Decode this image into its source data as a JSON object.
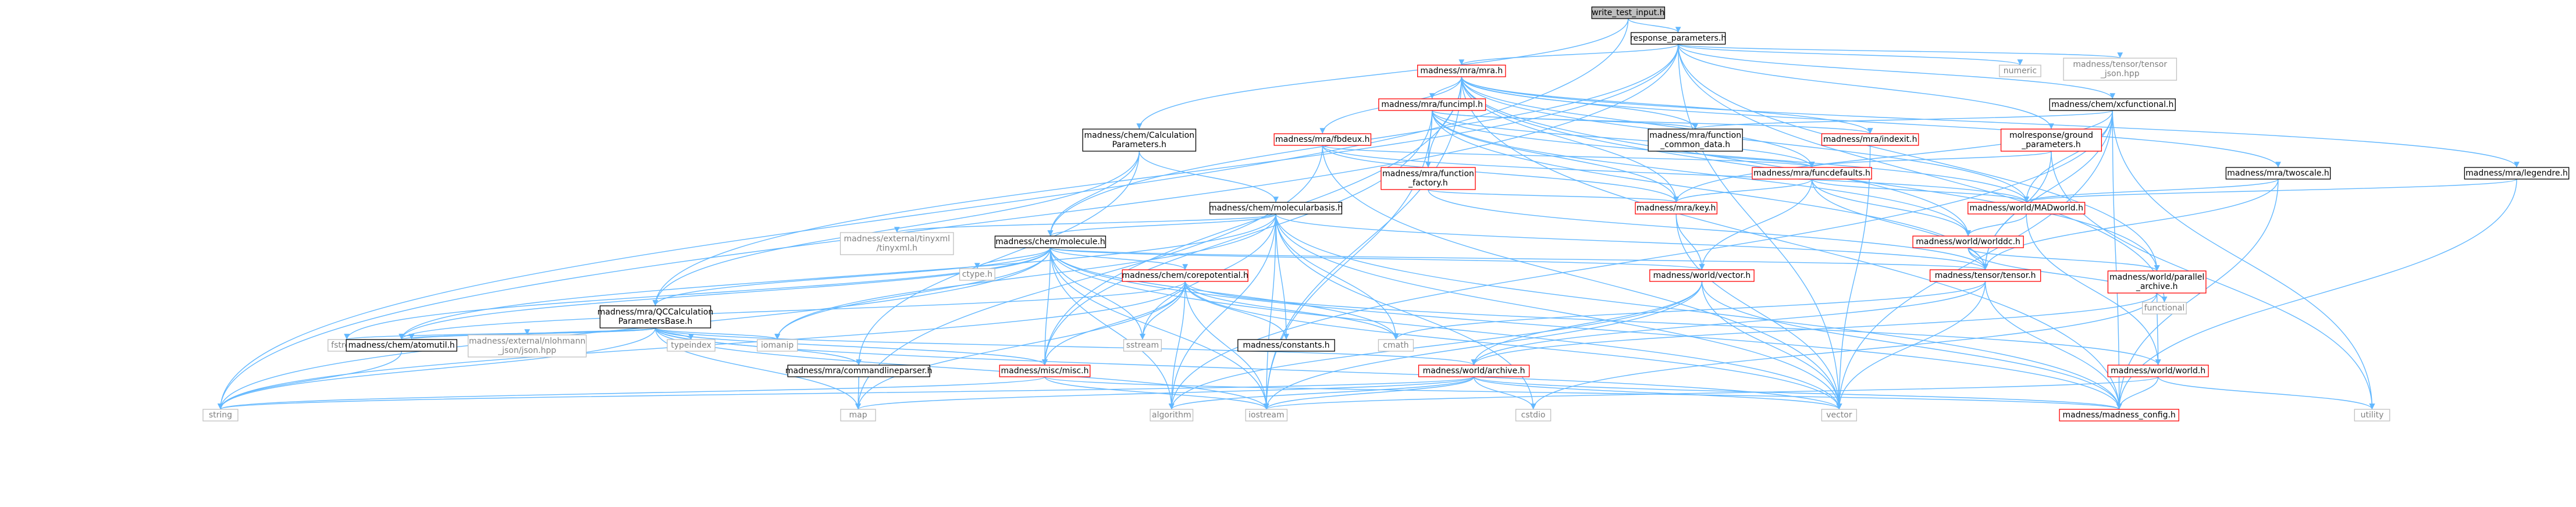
{
  "colors": {
    "edge": "#63b8ff",
    "border_black": "#000000",
    "border_red": "#ff0000",
    "border_gray": "#bfbfbf",
    "text_black": "#000000",
    "text_gray": "#808080",
    "root_fill": "#bfbfbf"
  },
  "nodes": [
    {
      "id": "write_test_input",
      "label": [
        "write_test_input.h"
      ],
      "style": "root"
    },
    {
      "id": "response_parameters",
      "label": [
        "response_parameters.h"
      ],
      "style": "black"
    },
    {
      "id": "mra_mra",
      "label": [
        "madness/mra/mra.h"
      ],
      "style": "red"
    },
    {
      "id": "chem_calc_params",
      "label": [
        "madness/chem/Calculation",
        "Parameters.h"
      ],
      "style": "black"
    },
    {
      "id": "numeric",
      "label": [
        "numeric"
      ],
      "style": "gray"
    },
    {
      "id": "tensor_json",
      "label": [
        "madness/tensor/tensor",
        "_json.hpp"
      ],
      "style": "gray"
    },
    {
      "id": "mra_funcimpl",
      "label": [
        "madness/mra/funcimpl.h"
      ],
      "style": "red"
    },
    {
      "id": "chem_xcfunctional",
      "label": [
        "madness/chem/xcfunctional.h"
      ],
      "style": "black"
    },
    {
      "id": "mra_fbdeux",
      "label": [
        "madness/mra/fbdeux.h"
      ],
      "style": "red"
    },
    {
      "id": "mra_function_common",
      "label": [
        "madness/mra/function",
        "_common_data.h"
      ],
      "style": "black"
    },
    {
      "id": "mra_indexit",
      "label": [
        "madness/mra/indexit.h"
      ],
      "style": "red"
    },
    {
      "id": "molresponse_ground",
      "label": [
        "molresponse/ground",
        "_parameters.h"
      ],
      "style": "red"
    },
    {
      "id": "mra_function_factory",
      "label": [
        "madness/mra/function",
        "_factory.h"
      ],
      "style": "red"
    },
    {
      "id": "mra_funcdefaults",
      "label": [
        "madness/mra/funcdefaults.h"
      ],
      "style": "red"
    },
    {
      "id": "mra_twoscale",
      "label": [
        "madness/mra/twoscale.h"
      ],
      "style": "black"
    },
    {
      "id": "mra_legendre",
      "label": [
        "madness/mra/legendre.h"
      ],
      "style": "black"
    },
    {
      "id": "chem_molecularbasis",
      "label": [
        "madness/chem/molecularbasis.h"
      ],
      "style": "black"
    },
    {
      "id": "mra_key",
      "label": [
        "madness/mra/key.h"
      ],
      "style": "red"
    },
    {
      "id": "world_madworld",
      "label": [
        "madness/world/MADworld.h"
      ],
      "style": "red"
    },
    {
      "id": "tinyxml",
      "label": [
        "madness/external/tinyxml",
        "/tinyxml.h"
      ],
      "style": "gray"
    },
    {
      "id": "chem_molecule",
      "label": [
        "madness/chem/molecule.h"
      ],
      "style": "black"
    },
    {
      "id": "world_worlddc",
      "label": [
        "madness/world/worlddc.h"
      ],
      "style": "red"
    },
    {
      "id": "ctype",
      "label": [
        "ctype.h"
      ],
      "style": "gray"
    },
    {
      "id": "chem_corepotential",
      "label": [
        "madness/chem/corepotential.h"
      ],
      "style": "red"
    },
    {
      "id": "world_vector",
      "label": [
        "madness/world/vector.h"
      ],
      "style": "red"
    },
    {
      "id": "tensor_tensor",
      "label": [
        "madness/tensor/tensor.h"
      ],
      "style": "red"
    },
    {
      "id": "functional",
      "label": [
        "functional"
      ],
      "style": "gray"
    },
    {
      "id": "world_parallel_archive",
      "label": [
        "madness/world/parallel",
        "_archive.h"
      ],
      "style": "red"
    },
    {
      "id": "mra_qccalc",
      "label": [
        "madness/mra/QCCalculation",
        "ParametersBase.h"
      ],
      "style": "black"
    },
    {
      "id": "fstream",
      "label": [
        "fstream"
      ],
      "style": "gray"
    },
    {
      "id": "typeinfo",
      "label": [
        "typeinfo"
      ],
      "style": "gray"
    },
    {
      "id": "nlohmann_json",
      "label": [
        "madness/external/nlohmann",
        "_json/json.hpp"
      ],
      "style": "gray"
    },
    {
      "id": "typeindex",
      "label": [
        "typeindex"
      ],
      "style": "gray"
    },
    {
      "id": "iomanip",
      "label": [
        "iomanip"
      ],
      "style": "gray"
    },
    {
      "id": "mra_commandlineparser",
      "label": [
        "madness/mra/commandlineparser.h"
      ],
      "style": "black"
    },
    {
      "id": "misc_misc",
      "label": [
        "madness/misc/misc.h"
      ],
      "style": "red"
    },
    {
      "id": "sstream",
      "label": [
        "sstream"
      ],
      "style": "gray"
    },
    {
      "id": "chem_constants",
      "label": [
        "madness/constants.h"
      ],
      "style": "black"
    },
    {
      "id": "cmath",
      "label": [
        "cmath"
      ],
      "style": "gray"
    },
    {
      "id": "world_archive",
      "label": [
        "madness/world/archive.h"
      ],
      "style": "red"
    },
    {
      "id": "world_world",
      "label": [
        "madness/world/world.h"
      ],
      "style": "red"
    },
    {
      "id": "chem_atomutil",
      "label": [
        "madness/chem/atomutil.h"
      ],
      "style": "black"
    },
    {
      "id": "string",
      "label": [
        "string"
      ],
      "style": "gray"
    },
    {
      "id": "map",
      "label": [
        "map"
      ],
      "style": "gray"
    },
    {
      "id": "algorithm",
      "label": [
        "algorithm"
      ],
      "style": "gray"
    },
    {
      "id": "iostream",
      "label": [
        "iostream"
      ],
      "style": "gray"
    },
    {
      "id": "cstdio",
      "label": [
        "cstdio"
      ],
      "style": "gray"
    },
    {
      "id": "vector",
      "label": [
        "vector"
      ],
      "style": "gray"
    },
    {
      "id": "madness_config",
      "label": [
        "madness/madness_config.h"
      ],
      "style": "red"
    },
    {
      "id": "utility",
      "label": [
        "utility"
      ],
      "style": "gray"
    }
  ],
  "edges": [
    [
      "write_test_input",
      "response_parameters"
    ],
    [
      "write_test_input",
      "chem_calc_params"
    ],
    [
      "write_test_input",
      "string"
    ],
    [
      "response_parameters",
      "mra_mra"
    ],
    [
      "response_parameters",
      "numeric"
    ],
    [
      "response_parameters",
      "tensor_json"
    ],
    [
      "response_parameters",
      "chem_xcfunctional"
    ],
    [
      "response_parameters",
      "molresponse_ground"
    ],
    [
      "response_parameters",
      "chem_molecule"
    ],
    [
      "response_parameters",
      "mra_qccalc"
    ],
    [
      "response_parameters",
      "functional"
    ],
    [
      "response_parameters",
      "world_parallel_archive"
    ],
    [
      "response_parameters",
      "vector"
    ],
    [
      "response_parameters",
      "string"
    ],
    [
      "mra_mra",
      "mra_funcimpl"
    ],
    [
      "mra_mra",
      "mra_fbdeux"
    ],
    [
      "mra_mra",
      "mra_function_common"
    ],
    [
      "mra_mra",
      "mra_indexit"
    ],
    [
      "mra_mra",
      "mra_function_factory"
    ],
    [
      "mra_mra",
      "mra_funcdefaults"
    ],
    [
      "mra_mra",
      "mra_twoscale"
    ],
    [
      "mra_mra",
      "mra_legendre"
    ],
    [
      "mra_mra",
      "mra_key"
    ],
    [
      "mra_mra",
      "world_madworld"
    ],
    [
      "mra_mra",
      "world_worlddc"
    ],
    [
      "mra_mra",
      "world_parallel_archive"
    ],
    [
      "mra_mra",
      "misc_misc"
    ],
    [
      "mra_mra",
      "iostream"
    ],
    [
      "mra_mra",
      "madness_config"
    ],
    [
      "mra_funcimpl",
      "mra_function_common"
    ],
    [
      "mra_funcimpl",
      "mra_indexit"
    ],
    [
      "mra_funcimpl",
      "mra_function_factory"
    ],
    [
      "mra_funcimpl",
      "mra_funcdefaults"
    ],
    [
      "mra_funcimpl",
      "mra_key"
    ],
    [
      "mra_funcimpl",
      "world_madworld"
    ],
    [
      "mra_funcimpl",
      "tensor_tensor"
    ],
    [
      "mra_funcimpl",
      "world_worlddc"
    ],
    [
      "mra_funcimpl",
      "misc_misc"
    ],
    [
      "mra_funcimpl",
      "iostream"
    ],
    [
      "chem_xcfunctional",
      "mra_key"
    ],
    [
      "chem_xcfunctional",
      "world_madworld"
    ],
    [
      "chem_xcfunctional",
      "tensor_tensor"
    ],
    [
      "chem_xcfunctional",
      "mra_function_common"
    ],
    [
      "chem_xcfunctional",
      "vector"
    ],
    [
      "chem_xcfunctional",
      "algorithm"
    ],
    [
      "chem_xcfunctional",
      "utility"
    ],
    [
      "chem_xcfunctional",
      "madness_config"
    ],
    [
      "mra_fbdeux",
      "mra_funcdefaults"
    ],
    [
      "mra_fbdeux",
      "mra_key"
    ],
    [
      "mra_fbdeux",
      "world_madworld"
    ],
    [
      "mra_fbdeux",
      "map"
    ],
    [
      "mra_fbdeux",
      "vector"
    ],
    [
      "mra_function_common",
      "mra_funcdefaults"
    ],
    [
      "mra_indexit",
      "vector"
    ],
    [
      "molresponse_ground",
      "mra_funcdefaults"
    ],
    [
      "molresponse_ground",
      "tensor_tensor"
    ],
    [
      "molresponse_ground",
      "utility"
    ],
    [
      "mra_function_factory",
      "mra_key"
    ],
    [
      "mra_function_factory",
      "tensor_tensor"
    ],
    [
      "mra_funcdefaults",
      "mra_key"
    ],
    [
      "mra_funcdefaults",
      "world_madworld"
    ],
    [
      "mra_funcdefaults",
      "world_vector"
    ],
    [
      "mra_funcdefaults",
      "tensor_tensor"
    ],
    [
      "mra_funcdefaults",
      "world_worlddc"
    ],
    [
      "mra_twoscale",
      "world_madworld"
    ],
    [
      "mra_twoscale",
      "tensor_tensor"
    ],
    [
      "mra_twoscale",
      "madness_config"
    ],
    [
      "mra_legendre",
      "world_madworld"
    ],
    [
      "mra_legendre",
      "madness_config"
    ],
    [
      "chem_calc_params",
      "chem_molecularbasis"
    ],
    [
      "chem_calc_params",
      "chem_molecule"
    ],
    [
      "chem_calc_params",
      "mra_qccalc"
    ],
    [
      "chem_calc_params",
      "mra_commandlineparser"
    ],
    [
      "chem_molecularbasis",
      "tinyxml"
    ],
    [
      "chem_molecularbasis",
      "chem_molecule"
    ],
    [
      "chem_molecularbasis",
      "tensor_tensor"
    ],
    [
      "chem_molecularbasis",
      "chem_atomutil"
    ],
    [
      "chem_molecularbasis",
      "chem_constants"
    ],
    [
      "chem_molecularbasis",
      "cmath"
    ],
    [
      "chem_molecularbasis",
      "iomanip"
    ],
    [
      "chem_molecularbasis",
      "sstream"
    ],
    [
      "chem_molecularbasis",
      "iostream"
    ],
    [
      "chem_molecularbasis",
      "algorithm"
    ],
    [
      "chem_molecularbasis",
      "vector"
    ],
    [
      "chem_molecularbasis",
      "cstdio"
    ],
    [
      "chem_molecularbasis",
      "madness_config"
    ],
    [
      "mra_key",
      "world_vector"
    ],
    [
      "mra_key",
      "vector"
    ],
    [
      "world_madworld",
      "world_worlddc"
    ],
    [
      "world_madworld",
      "world_world"
    ],
    [
      "chem_molecule",
      "ctype"
    ],
    [
      "chem_molecule",
      "chem_corepotential"
    ],
    [
      "chem_molecule",
      "world_vector"
    ],
    [
      "chem_molecule",
      "tensor_tensor"
    ],
    [
      "chem_molecule",
      "mra_qccalc"
    ],
    [
      "chem_molecule",
      "chem_atomutil"
    ],
    [
      "chem_molecule",
      "misc_misc"
    ],
    [
      "chem_molecule",
      "fstream"
    ],
    [
      "chem_molecule",
      "sstream"
    ],
    [
      "chem_molecule",
      "iomanip"
    ],
    [
      "chem_molecule",
      "cmath"
    ],
    [
      "chem_molecule",
      "string"
    ],
    [
      "chem_molecule",
      "algorithm"
    ],
    [
      "chem_molecule",
      "iostream"
    ],
    [
      "chem_molecule",
      "vector"
    ],
    [
      "chem_molecule",
      "madness_config"
    ],
    [
      "world_worlddc",
      "functional"
    ],
    [
      "world_worlddc",
      "world_parallel_archive"
    ],
    [
      "world_worlddc",
      "tensor_tensor"
    ],
    [
      "chem_corepotential",
      "chem_atomutil"
    ],
    [
      "chem_corepotential",
      "chem_constants"
    ],
    [
      "chem_corepotential",
      "misc_misc"
    ],
    [
      "chem_corepotential",
      "world_world"
    ],
    [
      "chem_corepotential",
      "sstream"
    ],
    [
      "chem_corepotential",
      "cmath"
    ],
    [
      "chem_corepotential",
      "string"
    ],
    [
      "chem_corepotential",
      "map"
    ],
    [
      "chem_corepotential",
      "algorithm"
    ],
    [
      "chem_corepotential",
      "iostream"
    ],
    [
      "chem_corepotential",
      "vector"
    ],
    [
      "world_vector",
      "world_archive"
    ],
    [
      "world_vector",
      "madness_config"
    ],
    [
      "world_vector",
      "vector"
    ],
    [
      "world_vector",
      "algorithm"
    ],
    [
      "world_vector",
      "iostream"
    ],
    [
      "tensor_tensor",
      "world_archive"
    ],
    [
      "tensor_tensor",
      "vector"
    ],
    [
      "tensor_tensor",
      "cmath"
    ],
    [
      "tensor_tensor",
      "madness_config"
    ],
    [
      "world_parallel_archive",
      "world_archive"
    ],
    [
      "world_parallel_archive",
      "world_world"
    ],
    [
      "world_parallel_archive",
      "cstdio"
    ],
    [
      "mra_qccalc",
      "fstream"
    ],
    [
      "mra_qccalc",
      "typeinfo"
    ],
    [
      "mra_qccalc",
      "nlohmann_json"
    ],
    [
      "mra_qccalc",
      "typeindex"
    ],
    [
      "mra_qccalc",
      "iomanip"
    ],
    [
      "mra_qccalc",
      "mra_commandlineparser"
    ],
    [
      "mra_qccalc",
      "misc_misc"
    ],
    [
      "mra_qccalc",
      "world_archive"
    ],
    [
      "mra_qccalc",
      "chem_atomutil"
    ],
    [
      "mra_qccalc",
      "string"
    ],
    [
      "mra_qccalc",
      "map"
    ],
    [
      "mra_qccalc",
      "iostream"
    ],
    [
      "mra_qccalc",
      "vector"
    ],
    [
      "mra_commandlineparser",
      "map"
    ],
    [
      "misc_misc",
      "string"
    ],
    [
      "misc_misc",
      "iostream"
    ],
    [
      "misc_misc",
      "madness_config"
    ],
    [
      "world_archive",
      "algorithm"
    ],
    [
      "world_archive",
      "iostream"
    ],
    [
      "world_archive",
      "cstdio"
    ],
    [
      "world_archive",
      "vector"
    ],
    [
      "world_archive",
      "map"
    ],
    [
      "world_archive",
      "string"
    ],
    [
      "world_archive",
      "madness_config"
    ],
    [
      "world_world",
      "madness_config"
    ],
    [
      "world_world",
      "utility"
    ],
    [
      "world_world",
      "iostream"
    ],
    [
      "chem_atomutil",
      "string"
    ]
  ]
}
